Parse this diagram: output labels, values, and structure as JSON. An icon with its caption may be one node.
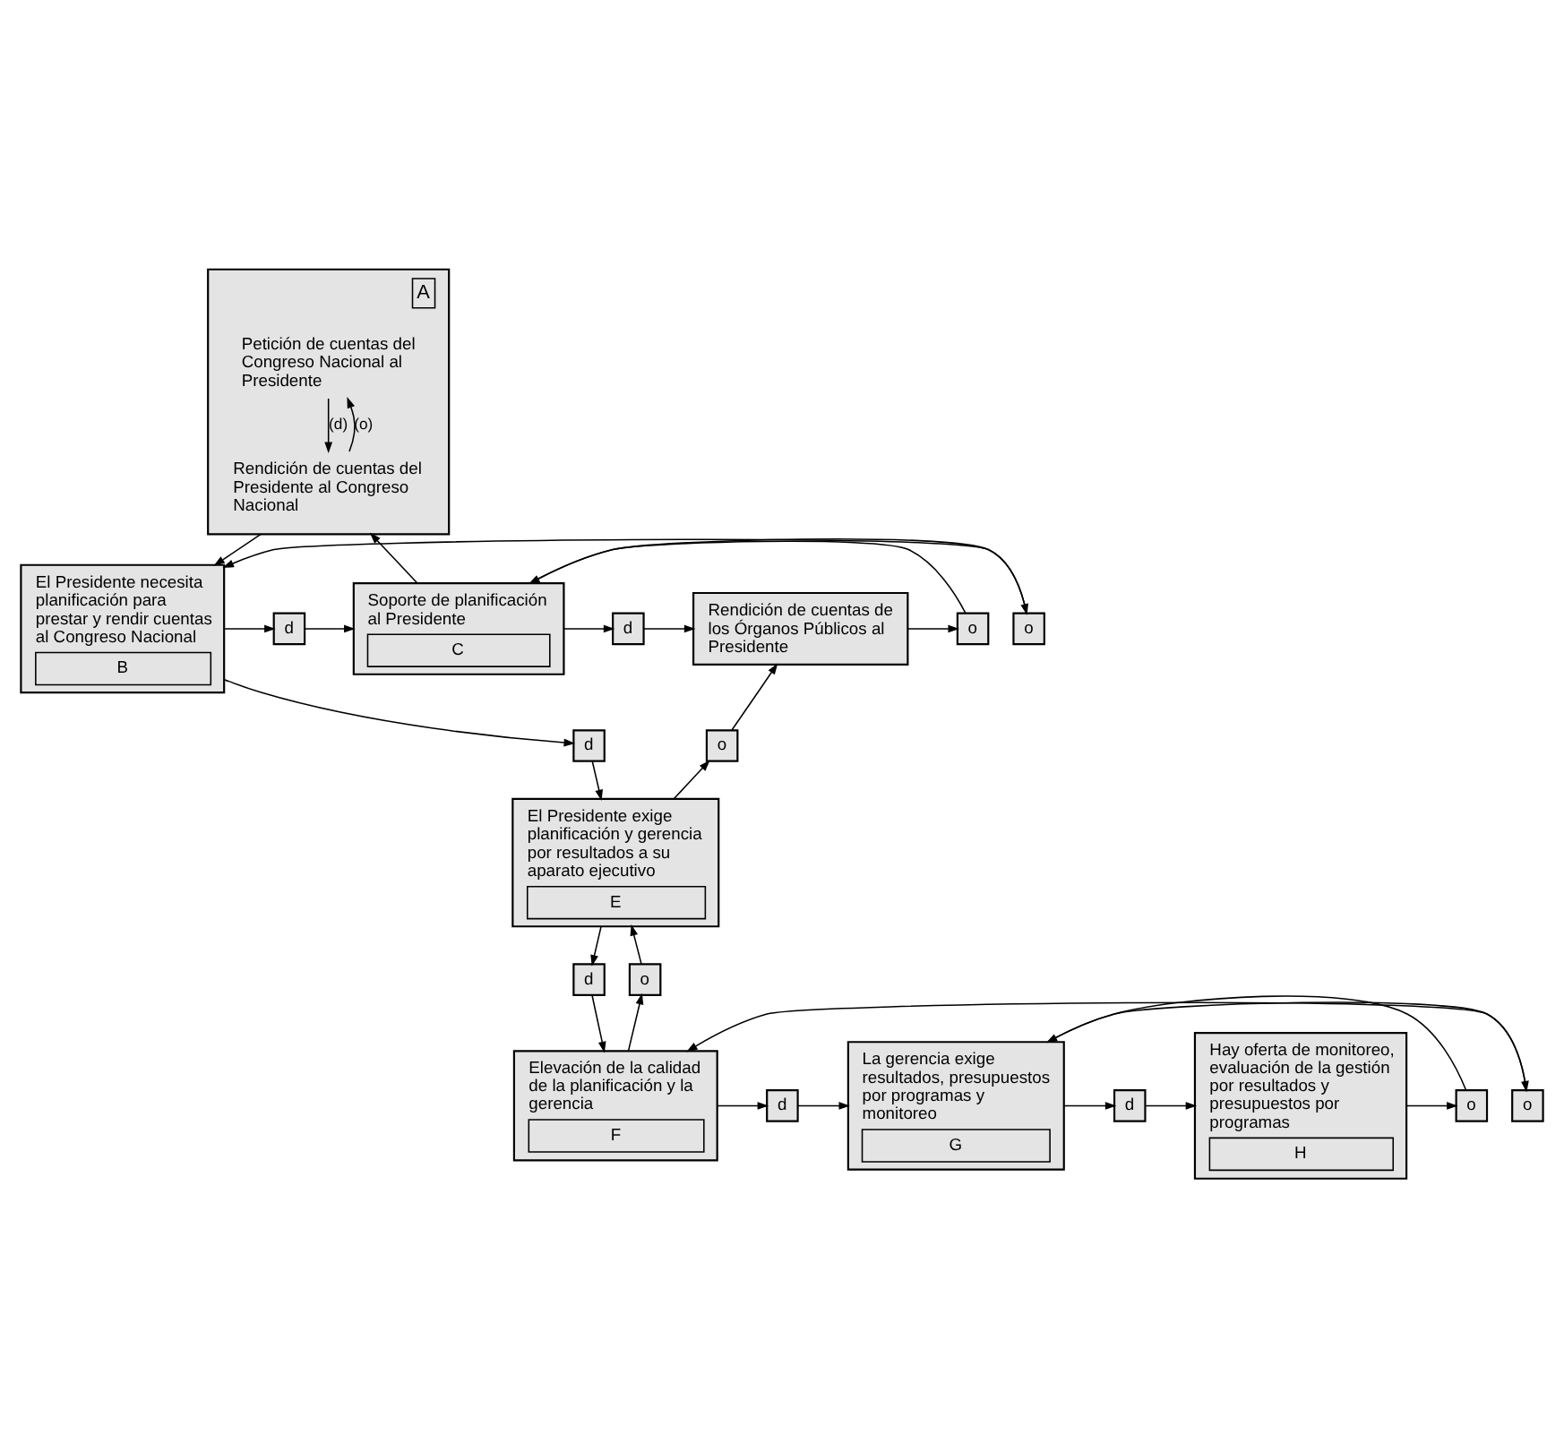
{
  "diagram": {
    "nodes": [
      {
        "text": [
          "A"
        ]
      },
      {
        "text": [
          "Petición de cuentas del Congreso Nacional al Presidente"
        ],
        "in": 0
      },
      {
        "text": [
          "Rendición de cuentas del Presidente al Congreso Nacional"
        ],
        "in": 0
      },
      {
        "text": [
          "El Presidente necesita planificación para prestar y rendir cuentas al Congreso Nacional",
          "B"
        ]
      },
      {
        "text": [
          "d"
        ]
      },
      {
        "text": [
          "o"
        ]
      },
      {
        "text": [
          "Soporte de planificación al Presidente",
          "C"
        ]
      },
      {
        "text": [
          "o"
        ]
      },
      {
        "text": [
          "d"
        ]
      },
      {
        "text": [
          "Rendición de cuentas de los Órganos Públicos al Presidente"
        ]
      },
      {
        "text": [
          "d"
        ]
      },
      {
        "text": [
          "o"
        ]
      },
      {
        "text": [
          "El Presidente exige planificación y gerencia por resultados a su aparato ejecutivo",
          "E"
        ]
      },
      {
        "text": [
          "d"
        ]
      },
      {
        "text": [
          "o"
        ]
      },
      {
        "text": [
          "Elevación de la calidad de la planificación y la gerencia",
          "F"
        ]
      },
      {
        "text": [
          "o"
        ]
      },
      {
        "text": [
          "d"
        ]
      },
      {
        "text": [
          "La gerencia exige resultados, presupuestos por programas y monitoreo",
          "G"
        ]
      },
      {
        "text": [
          "o"
        ]
      },
      {
        "text": [
          "d"
        ]
      },
      {
        "text": [
          "Hay oferta de monitoreo, evaluación de la gestión por resultados y presupuestos por programas",
          "H"
        ]
      }
    ],
    "edges": [
      {
        "from": 0,
        "to": 3,
        "arrow": "to"
      },
      {
        "from": 6,
        "to": 0,
        "arrow": "to"
      },
      {
        "from": 1,
        "to": 2,
        "arrow": "to",
        "label": "(d)"
      },
      {
        "from": 2,
        "to": 1,
        "arrow": "to",
        "label": "(o)"
      },
      {
        "from": 3,
        "to": 4,
        "arrow": "to"
      },
      {
        "from": 4,
        "to": 6,
        "arrow": "to"
      },
      {
        "from": 6,
        "to": 5,
        "arrow": "to"
      },
      {
        "from": 5,
        "to": 3,
        "arrow": "to"
      },
      {
        "from": 9,
        "to": 7,
        "arrow": "to"
      },
      {
        "from": 7,
        "to": 6,
        "arrow": "to"
      },
      {
        "from": 6,
        "to": 8,
        "arrow": "to"
      },
      {
        "from": 8,
        "to": 9,
        "arrow": "to"
      },
      {
        "from": 3,
        "to": 10,
        "arrow": "to"
      },
      {
        "from": 10,
        "to": 12,
        "arrow": "to"
      },
      {
        "from": 12,
        "to": 11,
        "arrow": "to"
      },
      {
        "from": 11,
        "to": 9,
        "arrow": "to"
      },
      {
        "from": 12,
        "to": 13,
        "arrow": "to"
      },
      {
        "from": 13,
        "to": 15,
        "arrow": "to"
      },
      {
        "from": 15,
        "to": 14,
        "arrow": "to"
      },
      {
        "from": 14,
        "to": 12,
        "arrow": "to"
      },
      {
        "from": 18,
        "to": 16,
        "arrow": "to"
      },
      {
        "from": 16,
        "to": 15,
        "arrow": "to"
      },
      {
        "from": 15,
        "to": 17,
        "arrow": "to"
      },
      {
        "from": 17,
        "to": 18,
        "arrow": "to"
      },
      {
        "from": 21,
        "to": 19,
        "arrow": "to"
      },
      {
        "from": 19,
        "to": 18,
        "arrow": "to"
      },
      {
        "from": 18,
        "to": 20,
        "arrow": "to"
      },
      {
        "from": 20,
        "to": 21,
        "arrow": "to"
      }
    ]
  }
}
